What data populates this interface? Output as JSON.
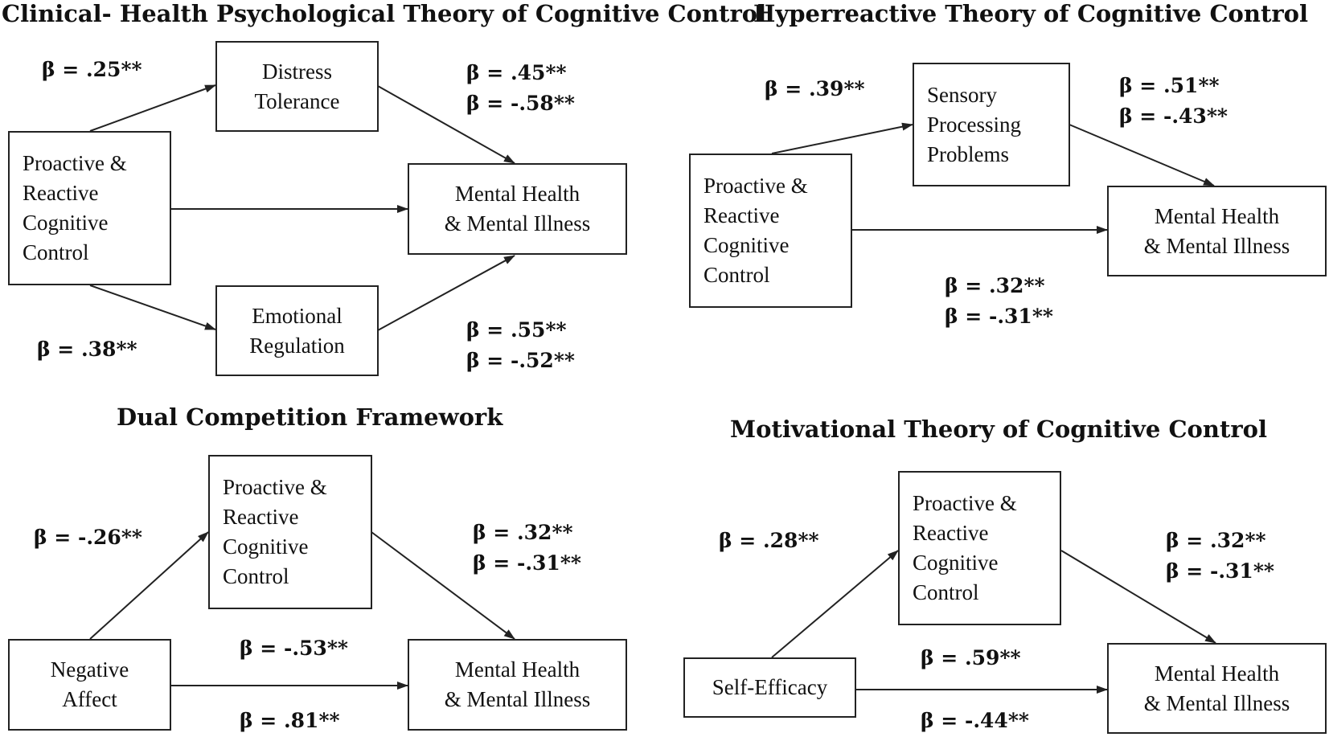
{
  "panels": [
    {
      "title": "Clinical- Health Psychological Theory of Cognitive Control",
      "boxes": {
        "predictor": [
          "Proactive &",
          "Reactive",
          "Cognitive",
          "Control"
        ],
        "mediator1": [
          "Distress",
          "Tolerance"
        ],
        "mediator2": [
          "Emotional",
          "Regulation"
        ],
        "outcome": [
          "Mental Health",
          "& Mental Illness"
        ]
      },
      "coefficients": {
        "a1": "β = .25**",
        "b1": [
          "β =  .45**",
          "β = -.58**"
        ],
        "a2": "β = .38**",
        "b2": [
          "β =  .55**",
          "β = -.52**"
        ]
      }
    },
    {
      "title": "Hyperreactive Theory of Cognitive Control",
      "boxes": {
        "predictor": [
          "Proactive &",
          "Reactive",
          "Cognitive",
          "Control"
        ],
        "mediator": [
          "Sensory",
          "Processing",
          "Problems"
        ],
        "outcome": [
          "Mental Health",
          "& Mental Illness"
        ]
      },
      "coefficients": {
        "a": "β = .39**",
        "b": [
          "β =  .51**",
          "β = -.43**"
        ],
        "c": [
          "β =  .32**",
          "β = -.31**"
        ]
      }
    },
    {
      "title": "Dual Competition Framework",
      "boxes": {
        "predictor": [
          "Negative",
          "Affect"
        ],
        "mediator": [
          "Proactive &",
          "Reactive",
          "Cognitive",
          "Control"
        ],
        "outcome": [
          "Mental Health",
          "& Mental Illness"
        ]
      },
      "coefficients": {
        "a": "β = -.26**",
        "b": [
          "β =  .32**",
          "β = -.31**"
        ],
        "c_top": "β = -.53**",
        "c_bottom": "β =  .81**"
      }
    },
    {
      "title": "Motivational Theory of Cognitive Control",
      "boxes": {
        "predictor": [
          "Self-Efficacy"
        ],
        "mediator": [
          "Proactive &",
          "Reactive",
          "Cognitive",
          "Control"
        ],
        "outcome": [
          "Mental Health",
          "& Mental Illness"
        ]
      },
      "coefficients": {
        "a": "β = .28**",
        "b": [
          "β =  .32**",
          "β = -.31**"
        ],
        "c_top": "β =  .59**",
        "c_bottom": "β = -.44**"
      }
    }
  ]
}
